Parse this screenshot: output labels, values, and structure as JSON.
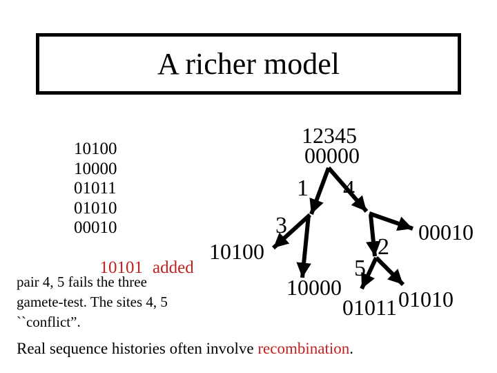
{
  "slide": {
    "title": "A richer model",
    "sequence_list": {
      "items": [
        "10100",
        "10000",
        "01011",
        "01010",
        "00010"
      ],
      "added_sequence": "10101",
      "added_note": "added"
    },
    "tree": {
      "site_positions": "12345",
      "root_sequence": "00000",
      "edge_labels": {
        "e1": "1",
        "e4": "4",
        "e3": "3",
        "e2": "2",
        "e5": "5"
      },
      "leaves": {
        "leaf_10100": "10100",
        "leaf_10000": "10000",
        "leaf_00010": "00010",
        "leaf_01011": "01011",
        "leaf_01010": "01010"
      }
    },
    "note": {
      "lines": [
        "pair 4, 5 fails the three",
        "gamete-test. The sites 4, 5",
        "``conflict”."
      ]
    },
    "footer": {
      "before": "Real sequence histories often involve ",
      "highlight": "recombination",
      "after": "."
    }
  },
  "colors": {
    "background": "#ffffff",
    "text": "#000000",
    "accent_red": "#c02020"
  }
}
